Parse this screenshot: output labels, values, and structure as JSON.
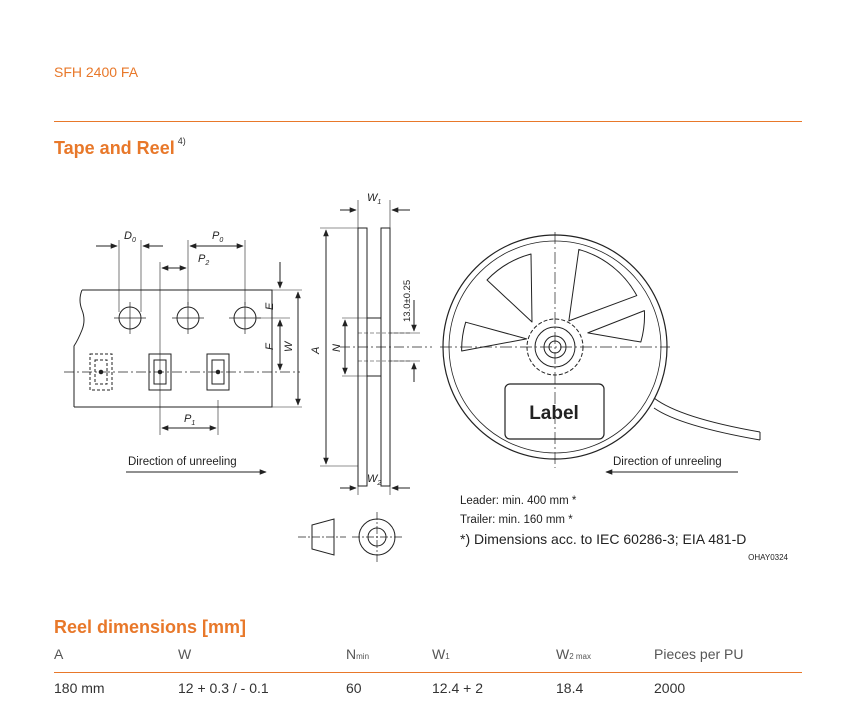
{
  "header": {
    "product": "SFH 2400 FA"
  },
  "tape_section": {
    "title": "Tape and Reel",
    "footnote": "4)"
  },
  "drawing": {
    "labels": {
      "d0_main": "D",
      "d0_sub": "0",
      "p0_main": "P",
      "p0_sub": "0",
      "p2_main": "P",
      "p2_sub": "2",
      "p1_main": "P",
      "p1_sub": "1",
      "w1_main": "W",
      "w1_sub": "1",
      "w2_main": "W",
      "w2_sub": "2",
      "e": "E",
      "f": "F",
      "w": "W",
      "a": "A",
      "n": "N",
      "hub_dim": "13.0±0.25",
      "reel_label": "Label"
    },
    "direction_left": "Direction of unreeling",
    "direction_right": "Direction of unreeling",
    "leader": "Leader:  min. 400 mm *",
    "trailer": "Trailer:  min. 160 mm *",
    "footnote": "*) Dimensions acc. to IEC 60286-3; EIA 481-D",
    "drawing_code": "OHAY0324"
  },
  "reel_section": {
    "title": "Reel dimensions [mm]",
    "columns": [
      {
        "main": "A",
        "sub": ""
      },
      {
        "main": "W",
        "sub": ""
      },
      {
        "main": "N",
        "sub": "min"
      },
      {
        "main": "W",
        "sub": "1"
      },
      {
        "main": "W",
        "sub": "2 max"
      },
      {
        "main": "Pieces per PU",
        "sub": ""
      }
    ],
    "row": [
      "180 mm",
      "12 + 0.3 / - 0.1",
      "60",
      "12.4 + 2",
      "18.4",
      "2000"
    ]
  }
}
